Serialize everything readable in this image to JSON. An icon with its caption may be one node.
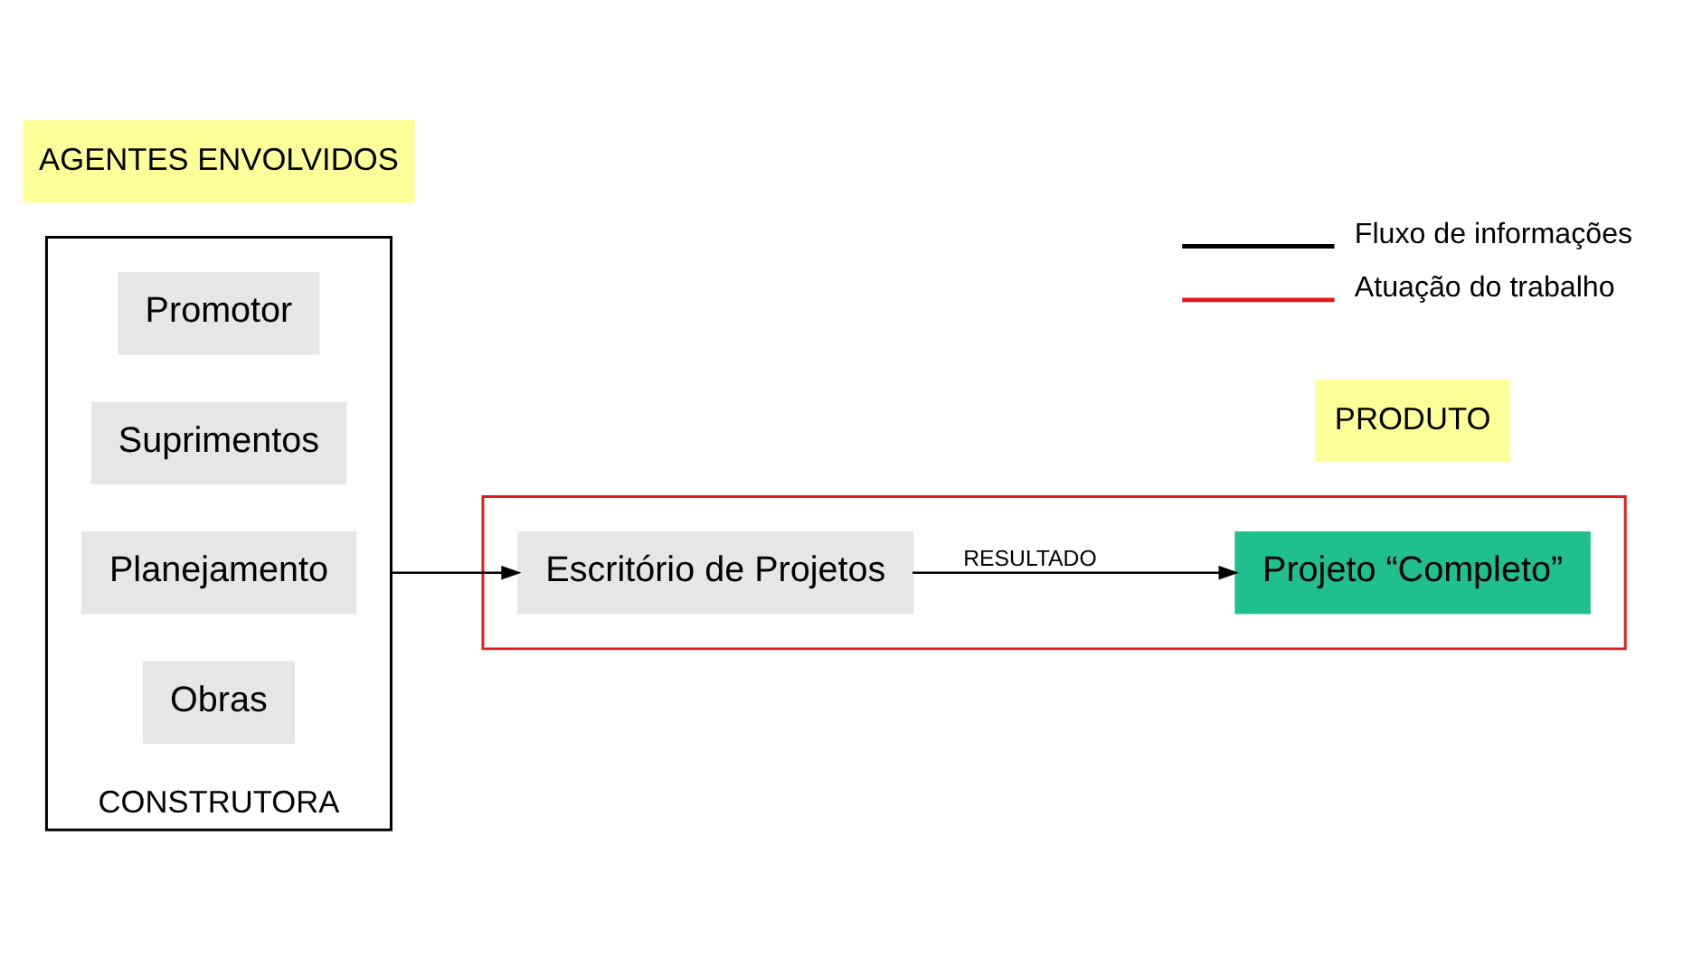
{
  "diagram": {
    "nodes": [
      {
        "text": [
          "CONSTRUTORA"
        ]
      },
      {
        "text": [
          "Promotor"
        ],
        "in": 0
      },
      {
        "text": [
          "Suprimentos"
        ],
        "in": 0
      },
      {
        "text": [
          "Planejamento"
        ],
        "in": 0
      },
      {
        "text": [
          "Obras"
        ],
        "in": 0
      },
      {
        "text": [],
        "shape": "box"
      },
      {
        "text": [
          "Escritório de Projetos"
        ],
        "in": 5
      },
      {
        "text": [
          "Projeto “Completo”"
        ],
        "in": 5
      }
    ],
    "edges": [
      {
        "from": 0,
        "to": 6,
        "arrow": "to"
      },
      {
        "from": 6,
        "to": 7,
        "arrow": "to",
        "label": "RESULTADO"
      }
    ],
    "labels": [
      "AGENTES ENVOLVIDOS",
      "PRODUTO"
    ],
    "legend": [
      {
        "text": "Fluxo de informações"
      },
      {
        "text": "Atuação do trabalho"
      }
    ]
  }
}
